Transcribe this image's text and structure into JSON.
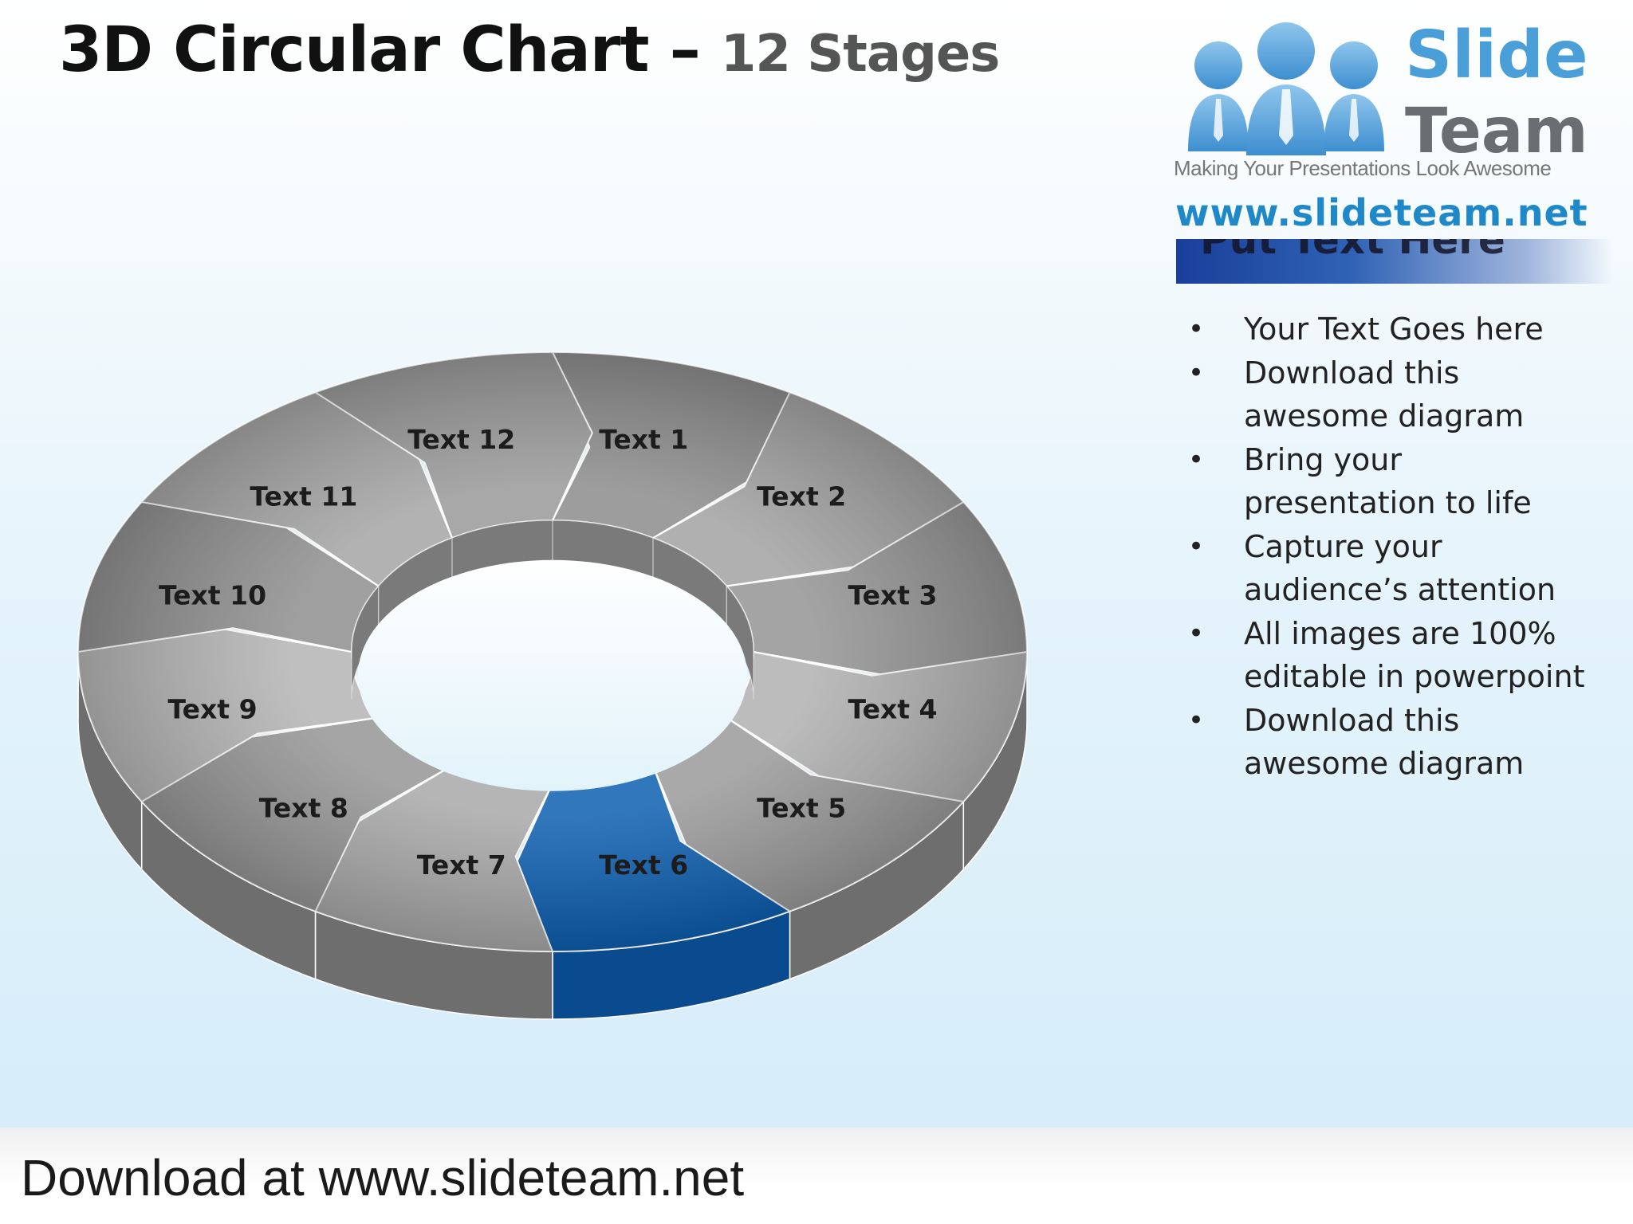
{
  "title": {
    "main": "3D Circular Chart –",
    "sub": "12 Stages"
  },
  "logo": {
    "brand_line1": "Slide",
    "brand_line2": "Team",
    "tagline": "Making Your Presentations Look Awesome",
    "url": "www.slideteam.net",
    "brand_color": "#4a9fd8"
  },
  "panel": {
    "header": "Put Text Here",
    "bullets": [
      "Your Text Goes here",
      "Download this awesome diagram",
      "Bring your presentation to life",
      "Capture your audience’s attention",
      "All images are 100% editable in powerpoint",
      "Download this awesome diagram"
    ]
  },
  "diagram": {
    "stages": [
      "Text 1",
      "Text 2",
      "Text 3",
      "Text 4",
      "Text 5",
      "Text 6",
      "Text 7",
      "Text 8",
      "Text 9",
      "Text 10",
      "Text 11",
      "Text 12"
    ],
    "highlighted_stage": "Text 6",
    "highlight_color": "#0d5fb0",
    "segment_color": "#8a8a8a"
  },
  "footer": {
    "text": "Download at www.slideteam.net"
  }
}
